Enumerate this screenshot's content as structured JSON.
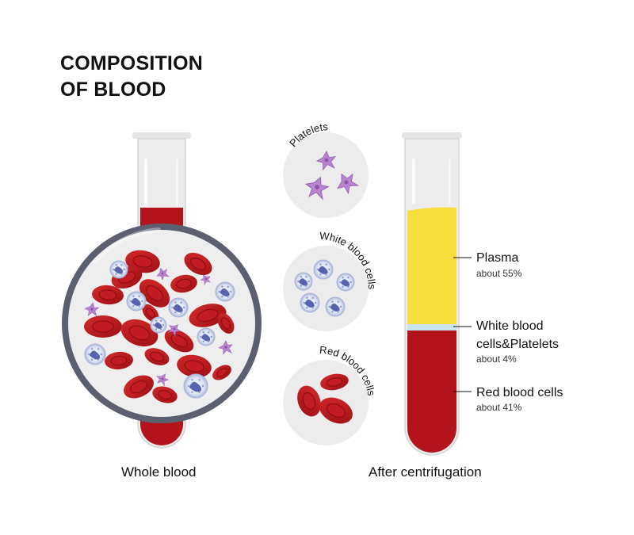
{
  "title": {
    "line1": "COMPOSITION",
    "line2": "OF BLOOD"
  },
  "captions": {
    "whole_blood": "Whole blood",
    "after_centrifugation": "After centrifugation"
  },
  "circle_labels": {
    "platelets": "Platelets",
    "white_blood_cells": "White blood cells",
    "red_blood_cells": "Red blood cells"
  },
  "layers": {
    "plasma": {
      "name": "Plasma",
      "detail": "about 55%",
      "fraction": 0.55
    },
    "wbc_platelets": {
      "name_line1": "White blood",
      "name_line2": "cells&Platelets",
      "detail": "about 4%",
      "fraction": 0.04
    },
    "rbc": {
      "name": "Red blood cells",
      "detail": "about 41%",
      "fraction": 0.41
    }
  },
  "colors": {
    "plasma": "#f6df3c",
    "buffy_coat": "#c9e6ef",
    "rbc": "#b3141c",
    "glass": "#e9e9e9",
    "circle_bg": "#ececec",
    "magnifier_ring": "#5b5f70",
    "platelet": "#b985cf",
    "wbc": "#5863b0"
  },
  "icons": {
    "magnifier": "magnifier-icon",
    "tube": "test-tube-icon"
  }
}
